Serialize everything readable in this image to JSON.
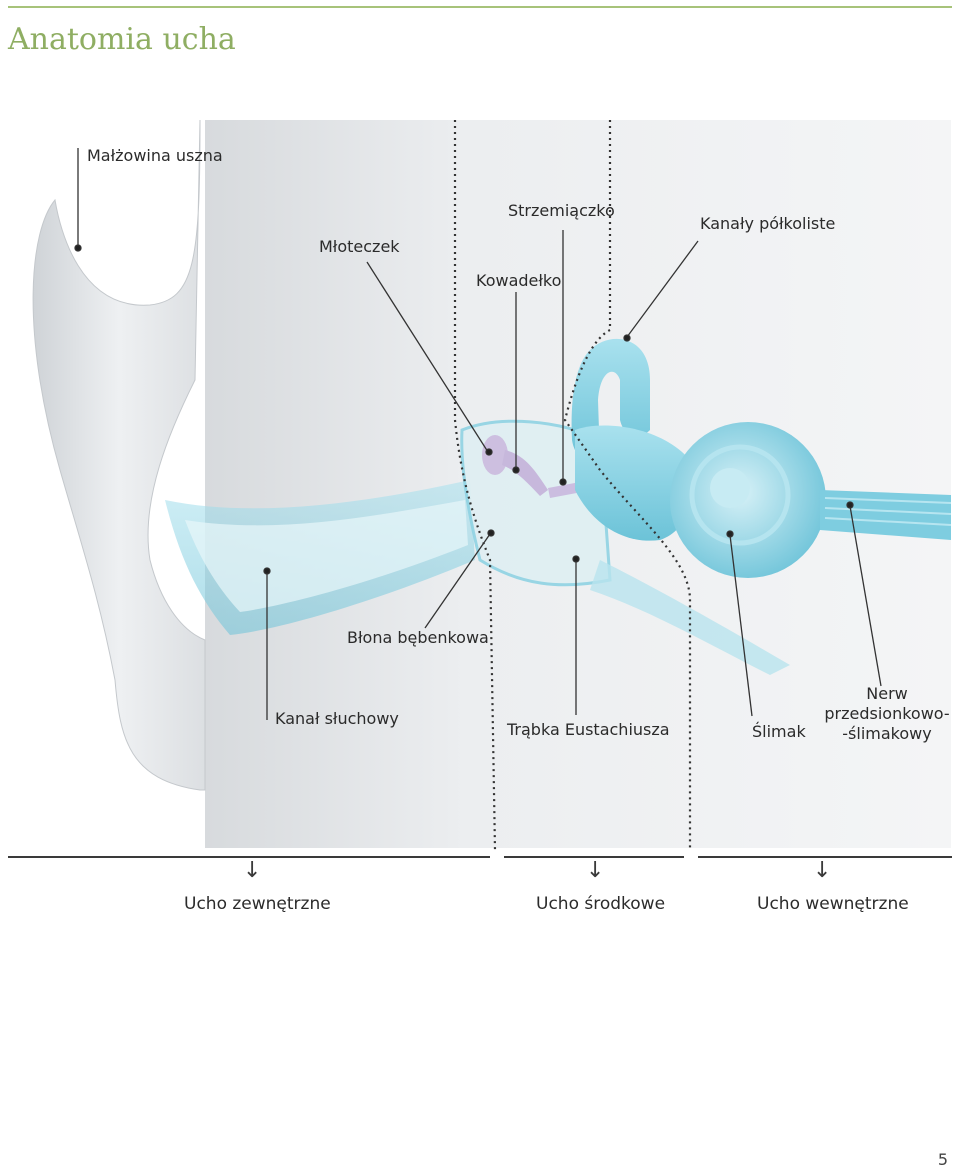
{
  "page": {
    "title": "Anatomia ucha",
    "page_number": "5"
  },
  "labels": {
    "auricle": "Małżowina uszna",
    "malleus": "Młoteczek",
    "stapes": "Strzemiączko",
    "incus": "Kowadełko",
    "semicircular_canals": "Kanały półkoliste",
    "eardrum": "Błona bębenkowa",
    "ear_canal": "Kanał słuchowy",
    "eustachian_tube": "Trąbka Eustachiusza",
    "cochlea": "Ślimak",
    "nerve_line1": "Nerw",
    "nerve_line2": "przedsionkowo-",
    "nerve_line3": "-ślimakowy"
  },
  "sections": {
    "outer": "Ucho zewnętrzne",
    "middle": "Ucho środkowe",
    "inner": "Ucho wewnętrzne"
  },
  "colors": {
    "accent_title": "#8fae63",
    "rule": "#a7c37a",
    "blue_structure": "#8fd3e3",
    "skin_gray": "#e6e8ea"
  }
}
